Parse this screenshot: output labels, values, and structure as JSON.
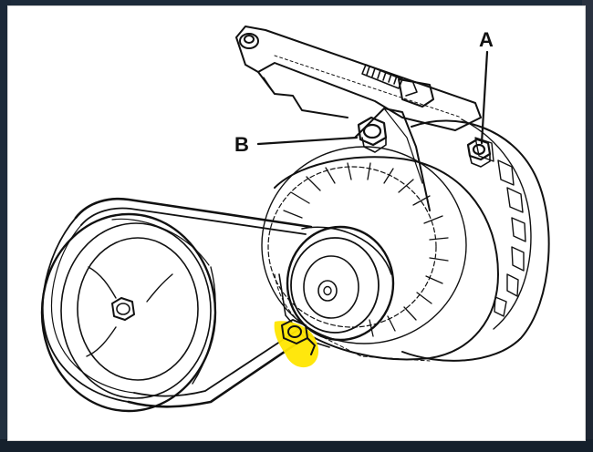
{
  "callouts": {
    "a": {
      "label": "A",
      "target": "alternator-adjusting-nut"
    },
    "b": {
      "label": "B",
      "target": "alternator-pivot-bolt"
    }
  },
  "highlight": {
    "color": "#ffe600",
    "target": "lower-mounting-bolt"
  },
  "colors": {
    "ink": "#111111",
    "paper": "#ffffff",
    "backdrop": "#1c2a3a"
  }
}
